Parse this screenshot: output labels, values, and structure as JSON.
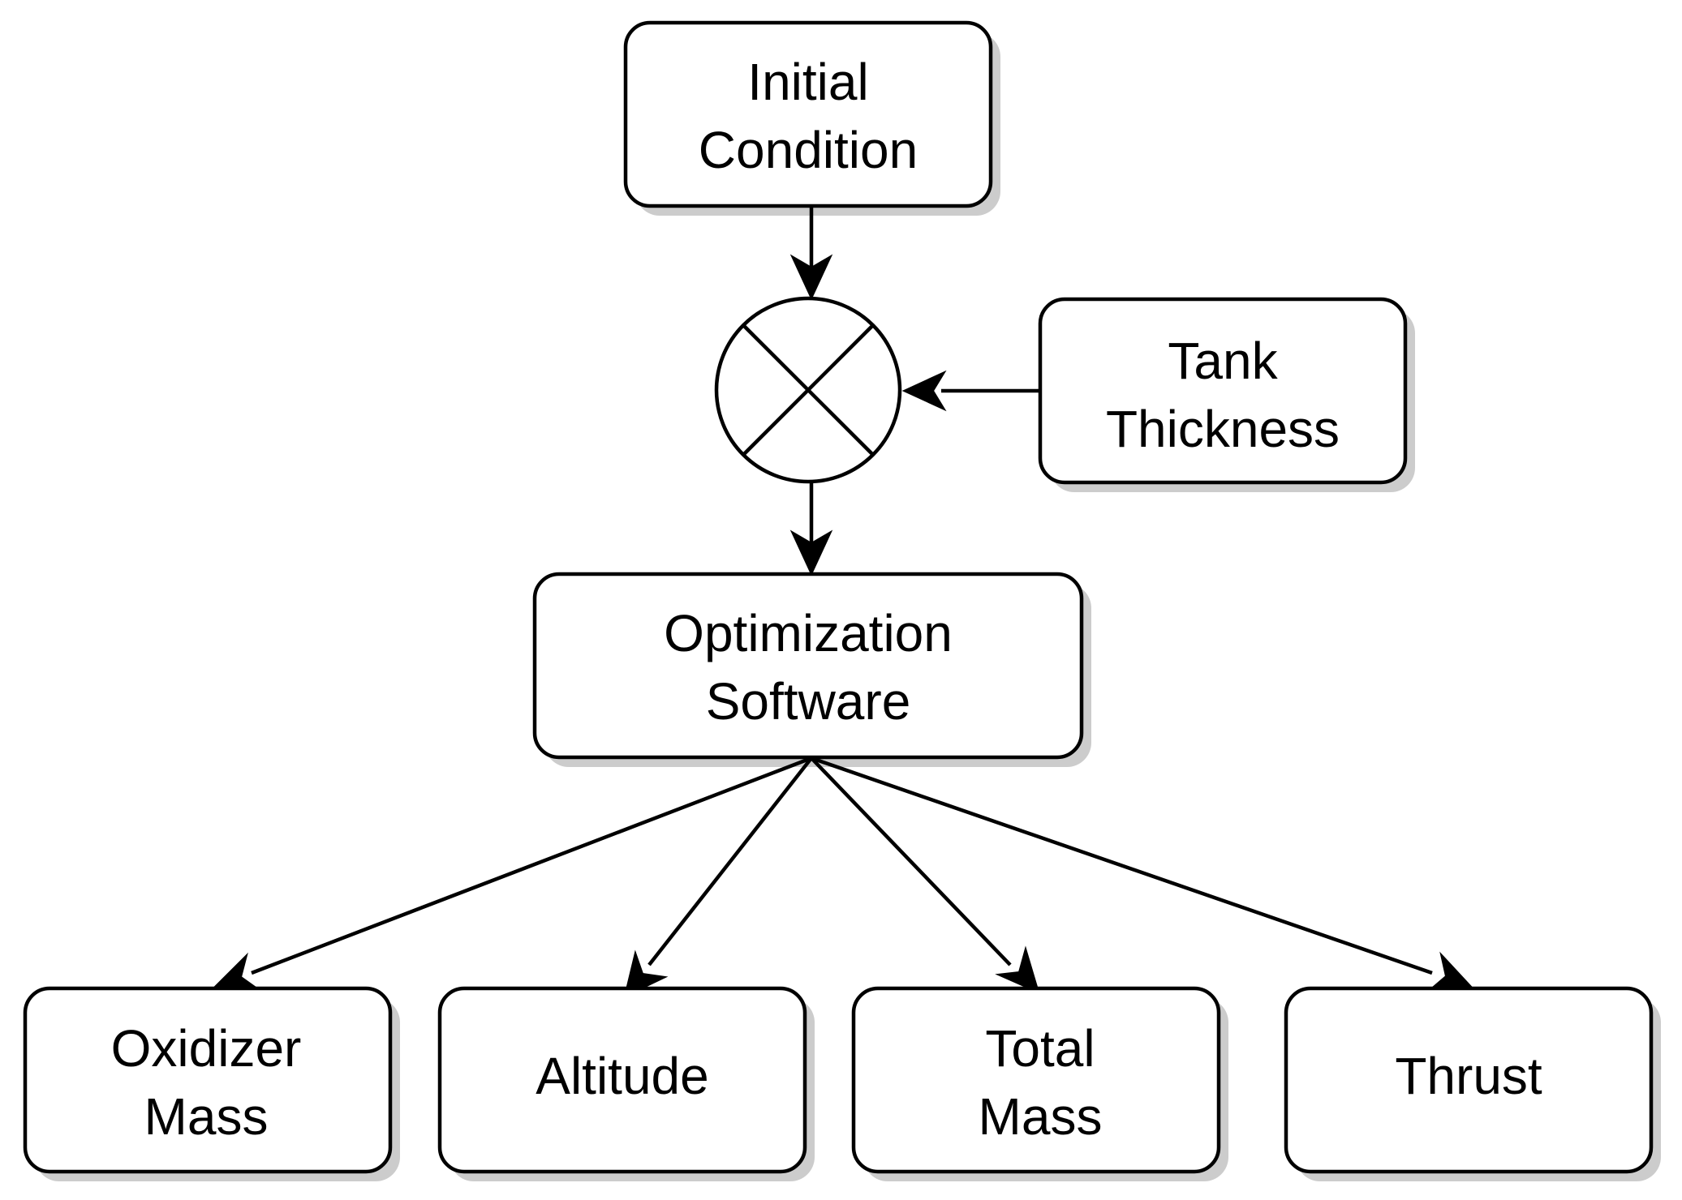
{
  "nodes": {
    "initial_condition": {
      "line1": "Initial",
      "line2": "Condition"
    },
    "tank_thickness": {
      "line1": "Tank",
      "line2": "Thickness"
    },
    "optimization_software": {
      "line1": "Optimization",
      "line2": "Software"
    },
    "oxidizer_mass": {
      "line1": "Oxidizer",
      "line2": "Mass"
    },
    "altitude": {
      "label": "Altitude"
    },
    "total_mass": {
      "line1": "Total",
      "line2": "Mass"
    },
    "thrust": {
      "label": "Thrust"
    }
  },
  "mixer": {
    "symbol": "multiplication-junction"
  },
  "colors": {
    "stroke": "#000000",
    "fill": "#ffffff",
    "shadow": "#cccccc"
  }
}
